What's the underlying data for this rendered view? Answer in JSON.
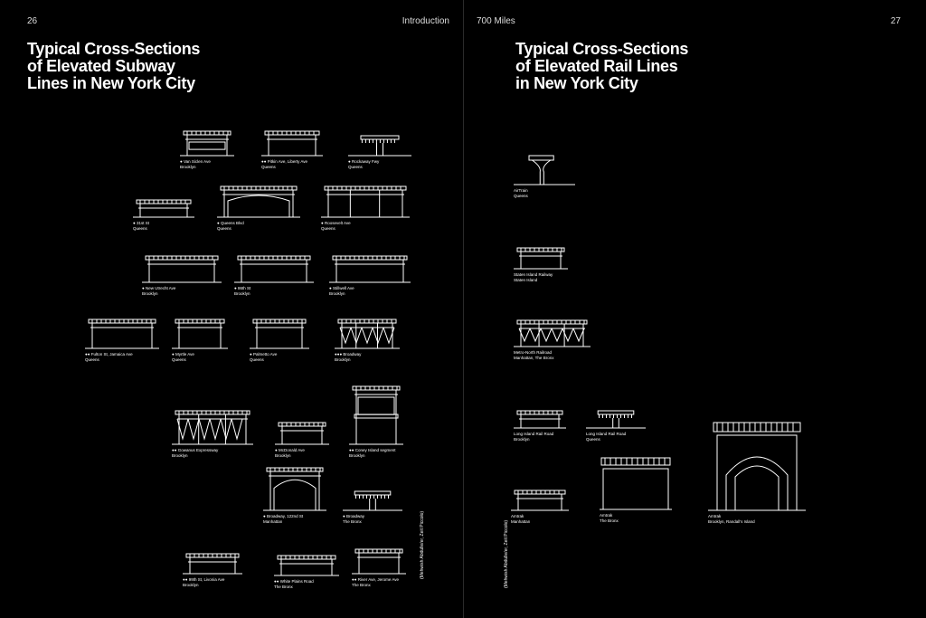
{
  "left": {
    "page_number": "26",
    "section": "Introduction",
    "title": [
      "Typical Cross-Sections",
      "of Elevated Subway",
      "Lines in New York City"
    ],
    "credit": "(Mehwish Abdulle/er, Zeit Piccolo)",
    "sections": [
      {
        "line1": "Van Siclen Ave",
        "line2": "Brooklyn"
      },
      {
        "line1": "Pitkin Ave, Liberty Ave",
        "line2": "Queens"
      },
      {
        "line1": "Rockaway Fwy",
        "line2": "Queens"
      },
      {
        "line1": "31st St",
        "line2": "Queens"
      },
      {
        "line1": "Queens Blvd",
        "line2": "Queens"
      },
      {
        "line1": "Roosevelt Ave",
        "line2": "Queens"
      },
      {
        "line1": "New Utrecht Ave",
        "line2": "Brooklyn"
      },
      {
        "line1": "86th St",
        "line2": "Brooklyn"
      },
      {
        "line1": "Stillwell Ave",
        "line2": "Brooklyn"
      },
      {
        "line1": "Fulton St, Jamaica Ave",
        "line2": "Queens"
      },
      {
        "line1": "Myrtle Ave",
        "line2": "Queens"
      },
      {
        "line1": "Palmetto Ave",
        "line2": "Queens"
      },
      {
        "line1": "Broadway",
        "line2": "Brooklyn"
      },
      {
        "line1": "Gowanus Expressway",
        "line2": "Brooklyn"
      },
      {
        "line1": "McDonald Ave",
        "line2": "Brooklyn"
      },
      {
        "line1": "Coney Island segment",
        "line2": "Brooklyn"
      },
      {
        "line1": "Broadway, 122nd St",
        "line2": "Manhattan"
      },
      {
        "line1": "Broadway",
        "line2": "The Bronx"
      },
      {
        "line1": "99th St, Livonia Ave",
        "line2": "Brooklyn"
      },
      {
        "line1": "White Plains Road",
        "line2": "The Bronx"
      },
      {
        "line1": "River Ave, Jerome Ave",
        "line2": "The Bronx"
      }
    ]
  },
  "right": {
    "section": "700 Miles",
    "page_number": "27",
    "title": [
      "Typical Cross-Sections",
      "of Elevated Rail Lines",
      "in New York City"
    ],
    "credit": "(Mehwish Abdulle/er, Zeit Piccolo)",
    "sections": [
      {
        "line1": "AirTrain",
        "line2": "Queens"
      },
      {
        "line1": "Staten Island Railway",
        "line2": "Staten Island"
      },
      {
        "line1": "Metro-North Railroad",
        "line2": "Manhattan, The Bronx"
      },
      {
        "line1": "Long Island Rail Road",
        "line2": "Brooklyn"
      },
      {
        "line1": "Long Island Rail Road",
        "line2": "Queens"
      },
      {
        "line1": "Amtrak",
        "line2": "Manhattan"
      },
      {
        "line1": "Amtrak",
        "line2": "The Bronx"
      },
      {
        "line1": "Amtrak",
        "line2": "Brooklyn, Randall's Island"
      }
    ]
  }
}
